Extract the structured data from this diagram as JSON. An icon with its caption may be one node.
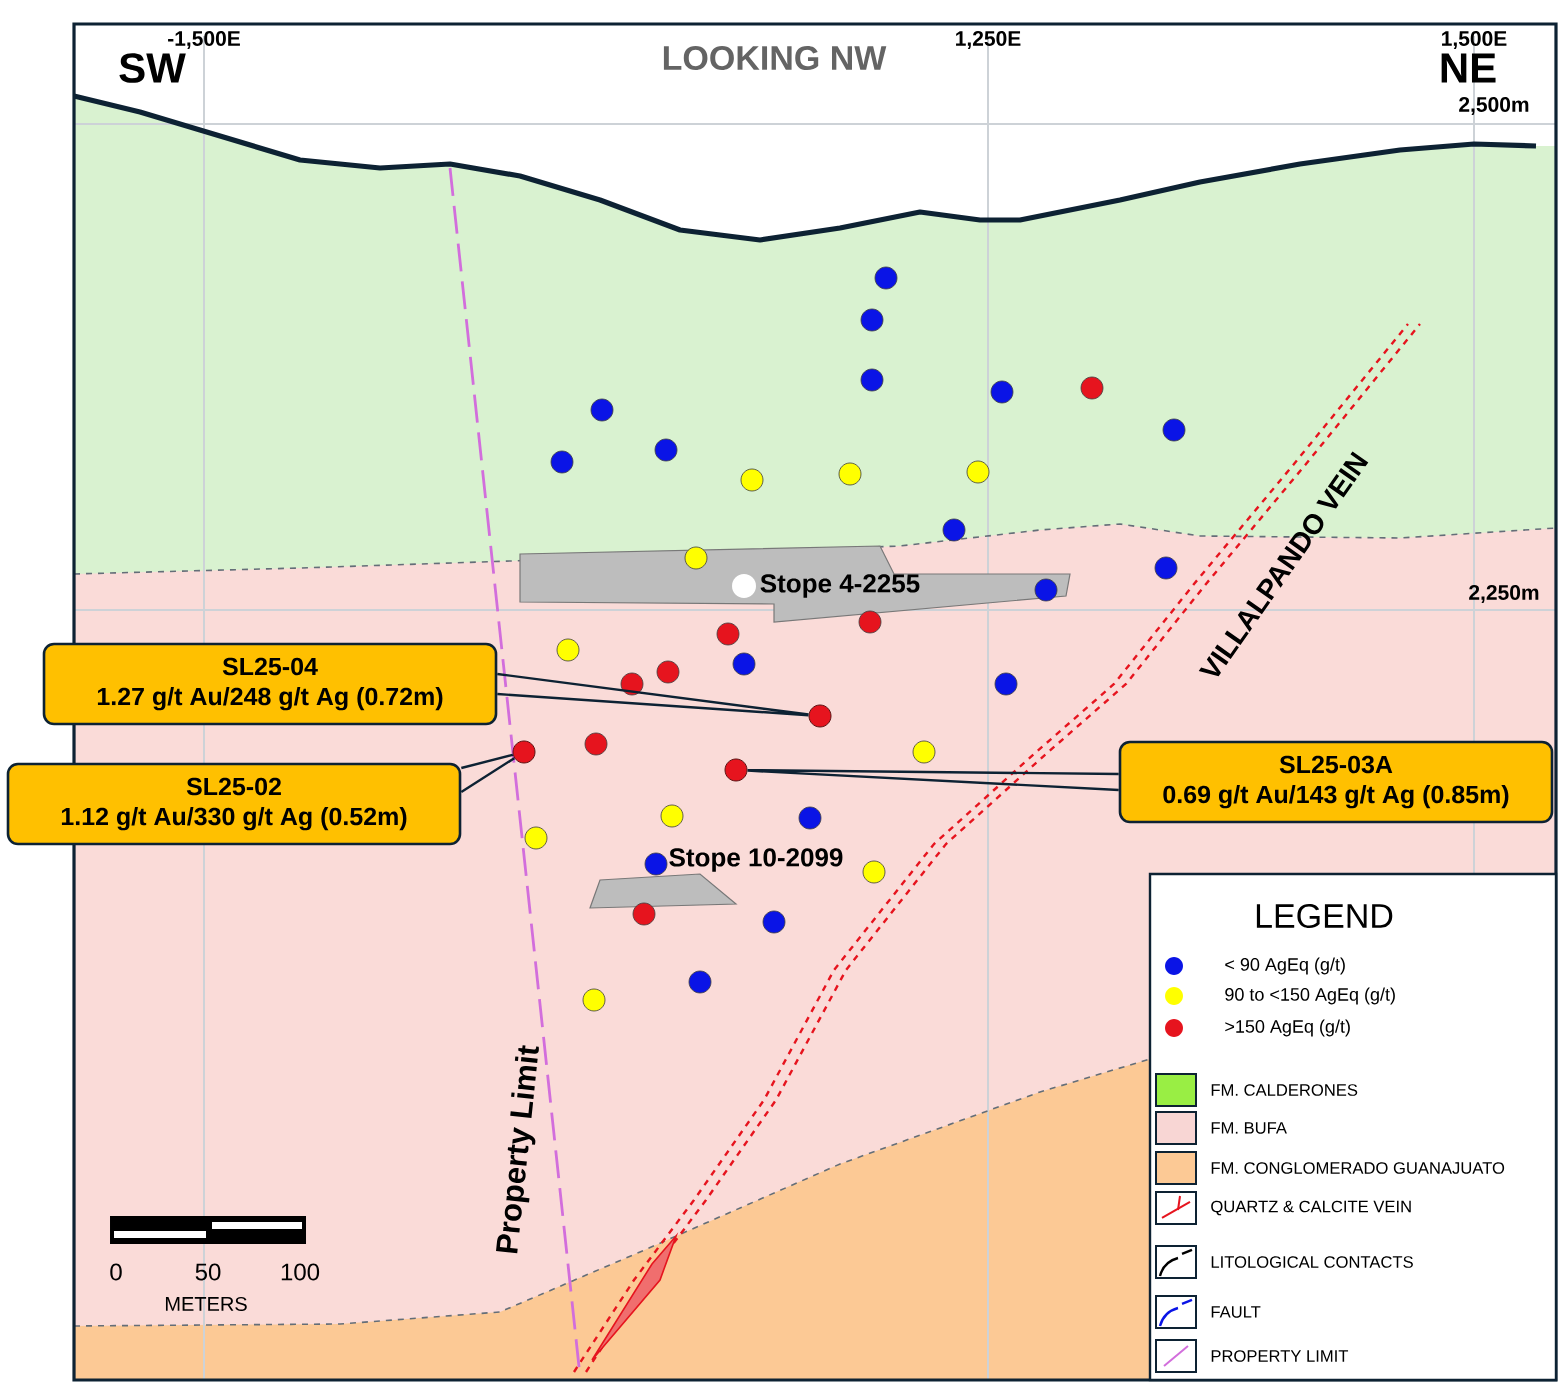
{
  "diagram": {
    "title": "LOOKING NW",
    "nodes": [
      {
        "text": [
          "Stope 4-2255"
        ]
      },
      {
        "text": [
          "SL25-04",
          "1.27 g/t Au/248 g/t Ag (0.72m)"
        ]
      },
      {
        "text": [],
        "shape": "circle"
      },
      {
        "text": [
          "SL25-02",
          "1.12 g/t Au/330 g/t Ag (0.52m)"
        ]
      },
      {
        "text": [],
        "shape": "circle"
      },
      {
        "text": [],
        "shape": "circle"
      },
      {
        "text": [
          "SL25-03A",
          "0.69 g/t Au/143 g/t Ag (0.85m)"
        ]
      },
      {
        "text": [
          "Stope 10-2099"
        ]
      }
    ],
    "edges": [
      {
        "from": 1,
        "to": 2,
        "arrow": "none"
      },
      {
        "from": 3,
        "to": 4,
        "arrow": "none"
      },
      {
        "from": 6,
        "to": 5,
        "arrow": "none"
      }
    ],
    "labels": [
      "-1,500E",
      "1,250E",
      "1,500E",
      "SW",
      "NE",
      "2,500m",
      "2,250m",
      "VILLALPANDO VEIN",
      "Property Limit",
      "LEGEND",
      "0",
      "50",
      "100",
      "METERS"
    ],
    "legend": [
      {
        "text": "< 90 AgEq (g/t)",
        "color": "#0a14e6"
      },
      {
        "text": "90 to <150 AgEq (g/t)",
        "color": "#ffff00"
      },
      {
        "text": ">150 AgEq (g/t)",
        "color": "#e6141e"
      },
      {
        "text": "FM. CALDERONES",
        "color": "#99ee44"
      },
      {
        "text": "FM. BUFA",
        "color": "#f8d6d4"
      },
      {
        "text": "FM. CONGLOMERADO GUANAJUATO",
        "color": "#fcc995"
      },
      {
        "text": "QUARTZ & CALCITE VEIN"
      },
      {
        "text": "LITOLOGICAL CONTACTS"
      },
      {
        "text": "FAULT"
      },
      {
        "text": "PROPERTY LIMIT"
      }
    ]
  }
}
